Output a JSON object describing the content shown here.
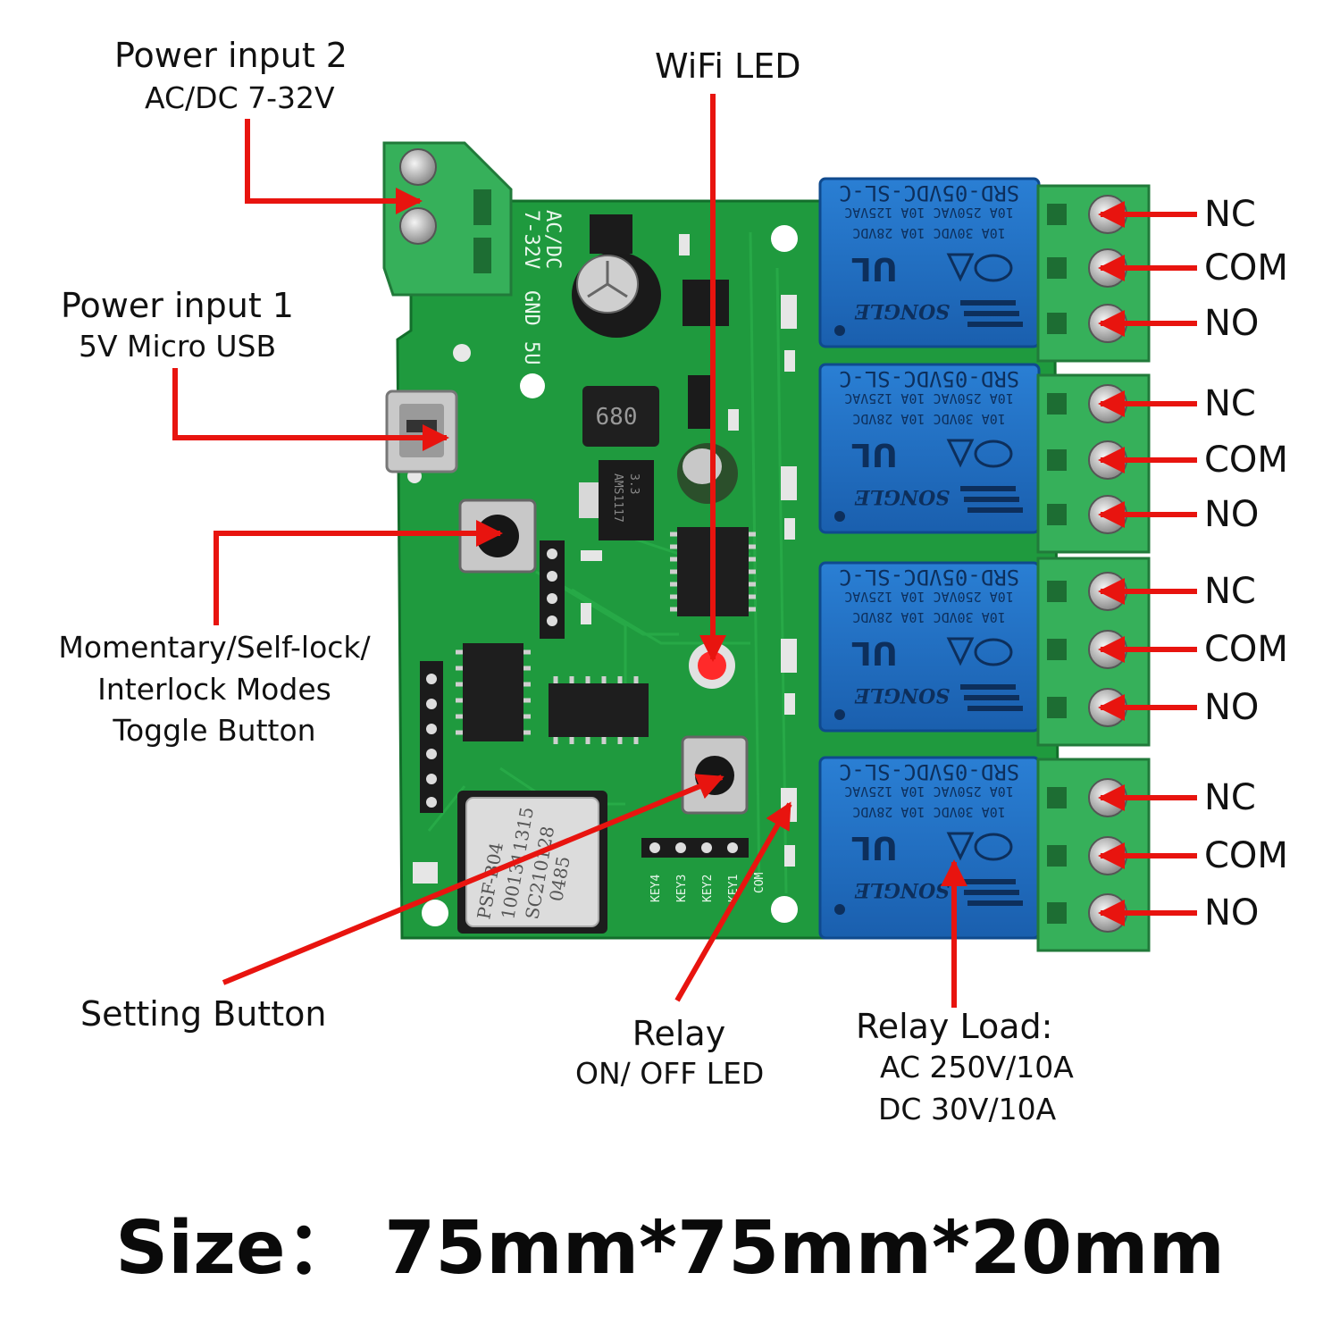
{
  "labels": {
    "power_input_2": {
      "title": "Power input 2",
      "sub": "AC/DC 7-32V"
    },
    "power_input_1": {
      "title": "Power input 1",
      "sub": "5V Micro USB"
    },
    "wifi_led": {
      "title": "WiFi LED"
    },
    "toggle_button": {
      "line1": "Momentary/Self-lock/",
      "line2": "Interlock  Modes",
      "line3": "Toggle Button"
    },
    "setting_button": {
      "title": "Setting Button"
    },
    "relay_led": {
      "title": "Relay",
      "sub": "ON/ OFF LED"
    },
    "relay_load": {
      "title": "Relay Load:",
      "ac": "AC 250V/10A",
      "dc": "DC 30V/10A"
    }
  },
  "terminals": [
    [
      "NC",
      "COM",
      "NO"
    ],
    [
      "NC",
      "COM",
      "NO"
    ],
    [
      "NC",
      "COM",
      "NO"
    ],
    [
      "NC",
      "COM",
      "NO"
    ]
  ],
  "board": {
    "input_silkscreen": [
      "AC/DC",
      "7-32V",
      "GND",
      "5U"
    ],
    "relay_lines": [
      "SRD-05VDC-SL-C",
      "10A 250VAC  10A 125VAC",
      "10A 30VDC  10A 28VDC",
      "SONGLE"
    ],
    "wifi_module": [
      "PSF-B04",
      "1001311315",
      "SC210128",
      "0485"
    ],
    "key_labels": [
      "KEY4",
      "KEY3",
      "KEY2",
      "KEY1",
      "COM"
    ],
    "regulator": [
      "AMS1117",
      "3.3"
    ],
    "inductor": "680"
  },
  "footer": {
    "size": "Size：  75mm*75mm*20mm"
  },
  "colors": {
    "pcb": "#1f9a3e",
    "pcb_dark": "#157a30",
    "terminal": "#36b05a",
    "relay": "#1f6fc4",
    "arrow": "#e8140f",
    "ic": "#222222"
  }
}
